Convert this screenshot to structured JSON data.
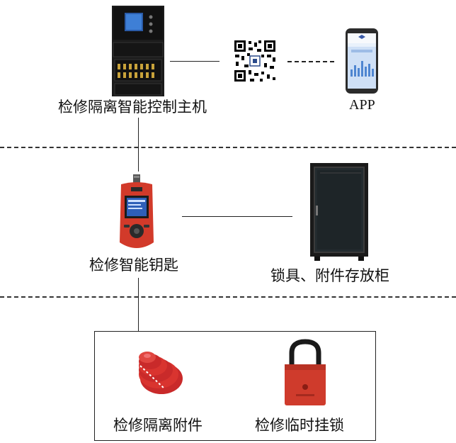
{
  "sections": {
    "top": {
      "control_host": {
        "label": "检修隔离智能控制主机",
        "icon": "control-cabinet"
      },
      "qr": {
        "icon": "qr-code"
      },
      "app": {
        "label": "APP",
        "icon": "smartphone"
      }
    },
    "middle": {
      "smart_key": {
        "label": "检修智能钥匙",
        "icon": "handheld-key-device"
      },
      "storage_cabinet": {
        "label": "锁具、附件存放柜",
        "icon": "server-cabinet"
      }
    },
    "bottom": {
      "isolation_attachment": {
        "label": "检修隔离附件",
        "icon": "valve-lockout"
      },
      "temp_lock": {
        "label": "检修临时挂锁",
        "icon": "padlock"
      }
    }
  },
  "colors": {
    "device_red": "#d23a2a",
    "cabinet_dark": "#1c1c1c",
    "line": "#222222"
  }
}
